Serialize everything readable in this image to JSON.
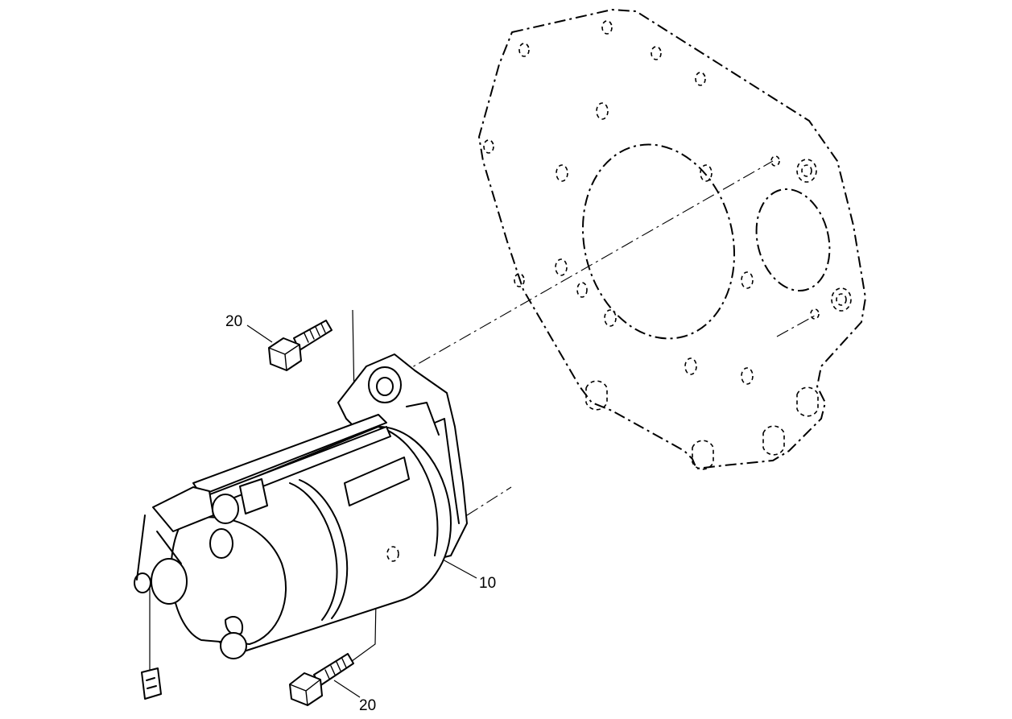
{
  "callouts": {
    "bolt_upper": "20",
    "starter_motor": "10",
    "bolt_lower": "20"
  }
}
